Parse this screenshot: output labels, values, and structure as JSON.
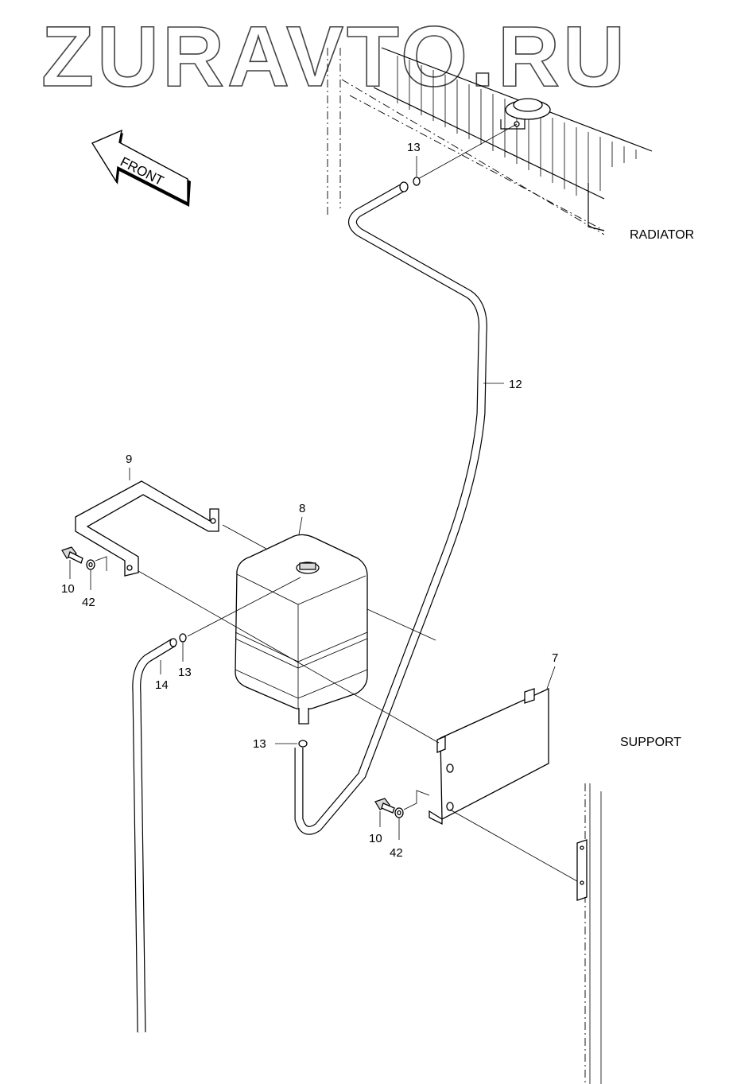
{
  "watermark": "ZURAVTO.RU",
  "front_label": "FRONT",
  "captions": {
    "radiator": "RADIATOR",
    "support": "SUPPORT"
  },
  "callouts": {
    "hose_upper": "12",
    "clamp_radiator": "13",
    "clamp_tank_side": "13",
    "clamp_tank_bottom": "13",
    "hose_drain": "14",
    "tank": "8",
    "band": "9",
    "bolt_band": "10",
    "washer_band": "42",
    "bracket": "7",
    "bolt_bracket": "10",
    "washer_bracket": "42"
  }
}
